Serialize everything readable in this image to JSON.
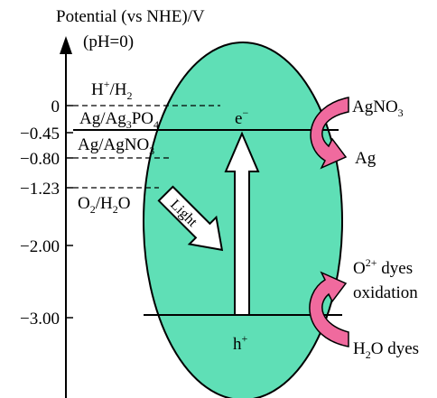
{
  "axis": {
    "title": "Potential (vs NHE)/V",
    "subtitle": "(pH=0)",
    "ticks": [
      "0",
      "−0.45",
      "−0.80",
      "−1.23",
      "−2.00",
      "−3.00"
    ]
  },
  "couples": {
    "h": {
      "main": "H",
      "sup": "+",
      "mid": "/H",
      "sub": "2"
    },
    "ag3po4": {
      "main": "Ag/Ag",
      "sub": "3",
      "tail": "PO",
      "sub2": "4"
    },
    "agno3": {
      "main": "Ag/AgNO",
      "sub": "3"
    },
    "o2": {
      "main": "O",
      "sub": "2",
      "tail": "/H",
      "sub2": "2",
      "end": "O"
    }
  },
  "bands": {
    "electron": {
      "main": "e",
      "sup": "−"
    },
    "hole": {
      "main": "h",
      "sup": "+"
    }
  },
  "light_label": "Light",
  "products": {
    "agno3": {
      "main": "AgNO",
      "sub": "3"
    },
    "ag": "Ag",
    "dyes_top": {
      "main": "O",
      "sup": "2+",
      "tail": " dyes"
    },
    "oxidation": "oxidation",
    "dyes_bottom": {
      "main": "H",
      "sub": "2",
      "tail": "O dyes"
    }
  },
  "colors": {
    "ellipse_fill": "#5fdfb6",
    "arrow_pink": "#f06a9e",
    "line": "#000000"
  }
}
